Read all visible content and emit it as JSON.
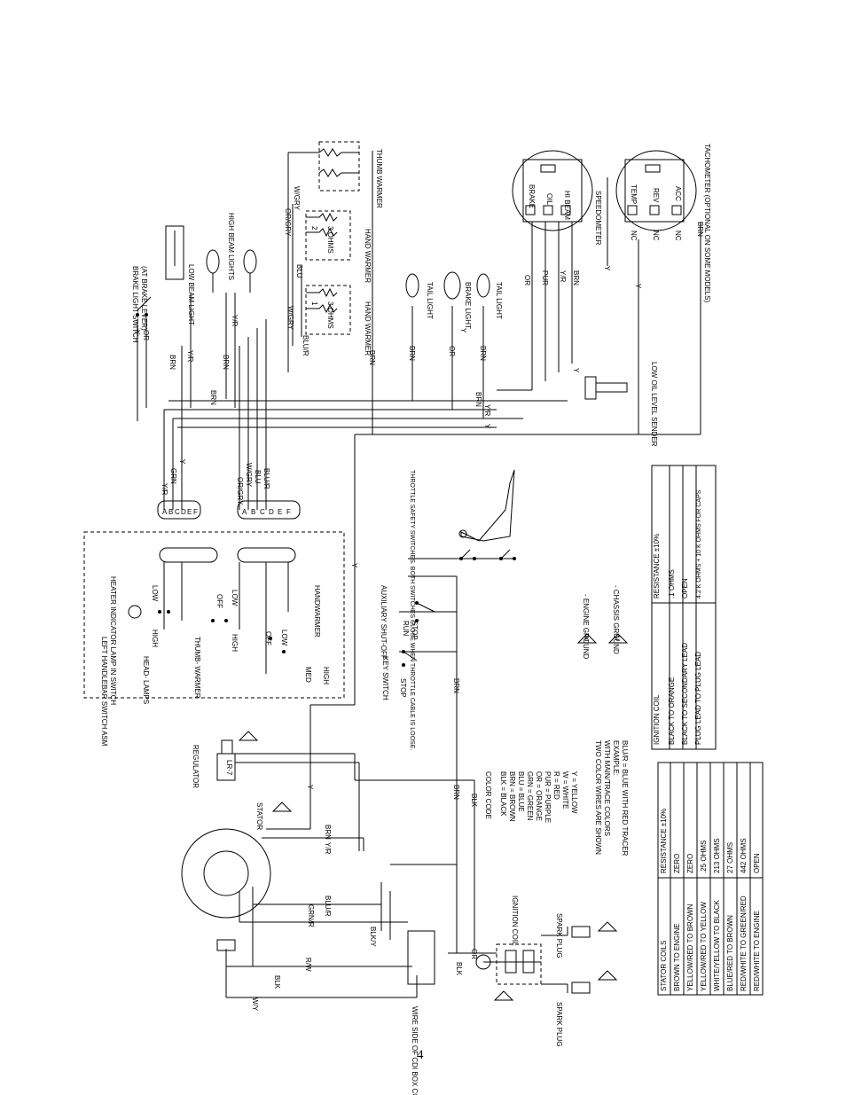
{
  "page_number": "4",
  "components": {
    "thumb_warmer": "THUMB WARMER",
    "hand_warmer": "HAND WARMER",
    "ohms_2": "2",
    "ohms_1": "1",
    "ohms_3": "3 OHMS",
    "brake_light_switch": "BRAKE LIGHT SWITCH",
    "brake_light_switch_note": "(AT BRAKE LEVER)",
    "low_beam_light": "LOW BEAM LIGHT",
    "high_beam_lights": "HIGH BEAM LIGHTS",
    "tail_light": "TAIL LIGHT",
    "brake_light": "BRAKE LIGHT",
    "speedometer": "SPEEDOMETER",
    "tachometer": "TACHOMETER (OPTIONAL ON SOME MODELS)",
    "low_oil_sender": "LOW OIL LEVEL SENDER",
    "left_handlebar": "LEFT HANDLEBAR SWITCH ASM",
    "heater_lamp": "HEATER INDICATOR LAMP IN SWITCH",
    "head_lamps": "HEAD- LAMPS",
    "thumb_warmer_sw": "THUMB- WARMER",
    "handwarmer_sw": "HANDWARMER",
    "throttle_switches": "THROTTLE SAFETY SWITCHES. BOTH SWITCHES CLOSE WHEN THROTTLE CABLE IS LOOSE.",
    "aux_shutoff": "AUXILIARY SHUT-OFF",
    "key_switch": "KEY SWITCH",
    "regulator": "REGULATOR",
    "regulator_model": "LR-7",
    "stator": "STATOR",
    "ignition_coil": "IGNITION COIL",
    "spark_plug": "SPARK PLUG",
    "connector": "WIRE SIDE OF CDI BOX CONNECTOR",
    "engine_ground": "- ENGINE GROUND",
    "chassis_ground": "- CHASSIS GROUND",
    "ground_e": "E",
    "ground_c": "C"
  },
  "gauge_labels": {
    "brake": "BRAKE",
    "oil": "OIL",
    "hi_beam": "HI BEAM",
    "temp": "TEMP",
    "rev": "REV",
    "acc": "ACC",
    "nc": "NC"
  },
  "switch_labels": {
    "low": "LOW",
    "high": "HIGH",
    "off": "OFF",
    "med": "MED",
    "run": "RUN",
    "stop": "STOP"
  },
  "connector_pins": [
    "A",
    "B",
    "C",
    "D",
    "E",
    "F"
  ],
  "wire_labels": {
    "y": "Y",
    "or": "OR",
    "brn": "BRN",
    "yr": "Y/R",
    "grn": "GRN",
    "orgry": "OR/GRY",
    "wgry": "W/GRY",
    "blu": "BLU",
    "blur": "BLU/R",
    "pur": "PUR",
    "blk": "BLK",
    "grnr": "GRN/R",
    "rw": "R/W",
    "wy": "W/Y",
    "blky": "BLK/Y"
  },
  "color_code": {
    "title": "COLOR CODE",
    "rows": [
      "BLK = BLACK",
      "BRN = BROWN",
      "BLU = BLUE",
      "GRN = GREEN",
      "OR = ORANGE",
      "PUR = PURPLE",
      "R = RED",
      "W = WHITE",
      "Y = YELLOW"
    ],
    "note1": "TWO COLOR WIRES ARE SHOWN",
    "note2": "WITH MAIN/TRACE COLORS",
    "note3": "EXAMPLE:",
    "note4": "BLU/R = BLUE WITH RED TRACER"
  },
  "stator_table": {
    "headers": [
      "STATOR COILS",
      "RESISTANCE ±10%"
    ],
    "rows": [
      [
        "BROWN TO ENGINE",
        "ZERO"
      ],
      [
        "YELLOW/RED TO BROWN",
        "ZERO"
      ],
      [
        "YELLOW/RED TO YELLOW",
        ".25 OHMS"
      ],
      [
        "WHITE/YELLOW TO BLACK",
        "213 OHMS"
      ],
      [
        "BLUE/RED TO BROWN",
        "27 OHMS"
      ],
      [
        "RED/WHITE TO GREEN/RED",
        "442 OHMS"
      ],
      [
        "RED/WHITE TO ENGINE",
        "OPEN"
      ]
    ]
  },
  "ignition_table": {
    "headers": [
      "IGNITION COIL",
      "RESISTANCE ±10%"
    ],
    "rows": [
      [
        "BLACK TO ORANGE",
        ".1 OHMS"
      ],
      [
        "BLACK TO SECONDARY LEAD",
        "OPEN"
      ],
      [
        "PLUG LEAD TO PLUG LEAD",
        "4.2 K OHMS + 10 K OHMS FOR CAPS"
      ]
    ]
  }
}
